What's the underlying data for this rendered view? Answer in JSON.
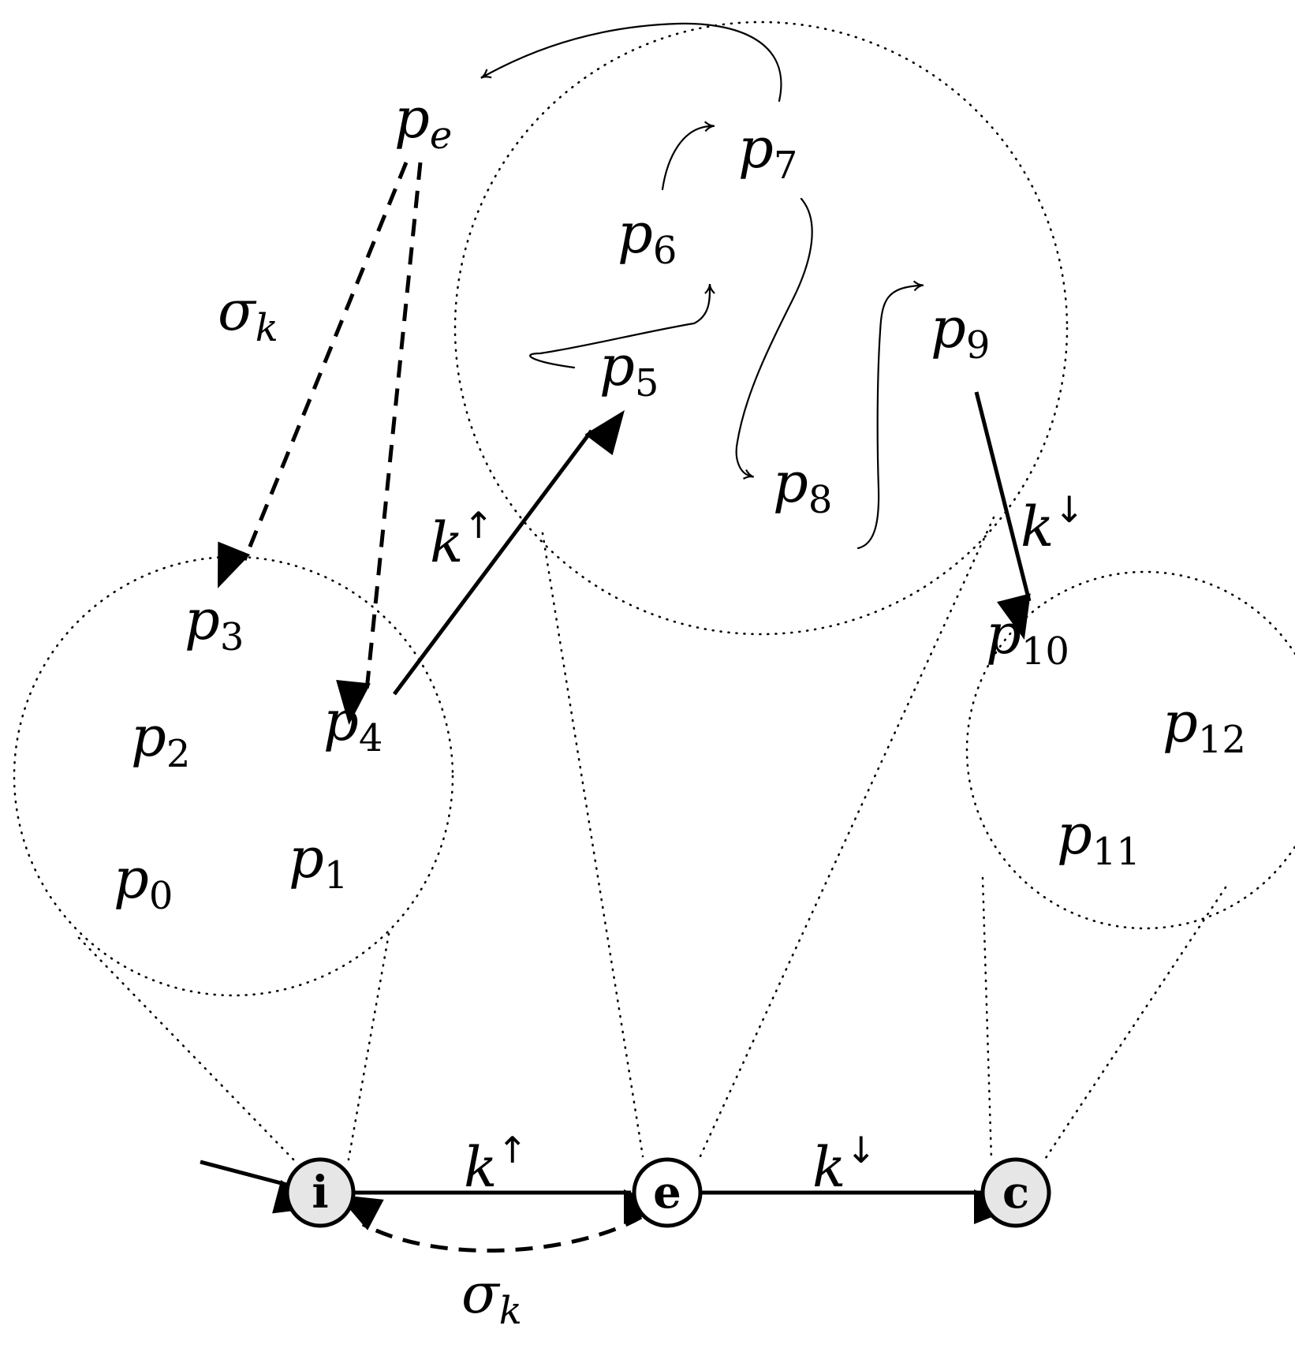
{
  "places": {
    "pe": {
      "base": "p",
      "sub": "e"
    },
    "p0": {
      "base": "p",
      "sub": "0"
    },
    "p1": {
      "base": "p",
      "sub": "1"
    },
    "p2": {
      "base": "p",
      "sub": "2"
    },
    "p3": {
      "base": "p",
      "sub": "3"
    },
    "p4": {
      "base": "p",
      "sub": "4"
    },
    "p5": {
      "base": "p",
      "sub": "5"
    },
    "p6": {
      "base": "p",
      "sub": "6"
    },
    "p7": {
      "base": "p",
      "sub": "7"
    },
    "p8": {
      "base": "p",
      "sub": "8"
    },
    "p9": {
      "base": "p",
      "sub": "9"
    },
    "p10": {
      "base": "p",
      "sub": "10"
    },
    "p11": {
      "base": "p",
      "sub": "11"
    },
    "p12": {
      "base": "p",
      "sub": "12"
    }
  },
  "states": {
    "i": {
      "letter": "i",
      "fill": "#e6e6e6"
    },
    "e": {
      "letter": "e",
      "fill": "#ffffff"
    },
    "c": {
      "letter": "c",
      "fill": "#e6e6e6"
    }
  },
  "edge_labels": {
    "sigma_top": {
      "base": "σ",
      "sub": "k"
    },
    "sigma_bottom": {
      "base": "σ",
      "sub": "k"
    },
    "k_up_top": {
      "base": "k",
      "sup": "↑"
    },
    "k_down_top": {
      "base": "k",
      "sup": "↓"
    },
    "k_up_bottom": {
      "base": "k",
      "sup": "↑"
    },
    "k_down_bottom": {
      "base": "k",
      "sup": "↓"
    }
  }
}
